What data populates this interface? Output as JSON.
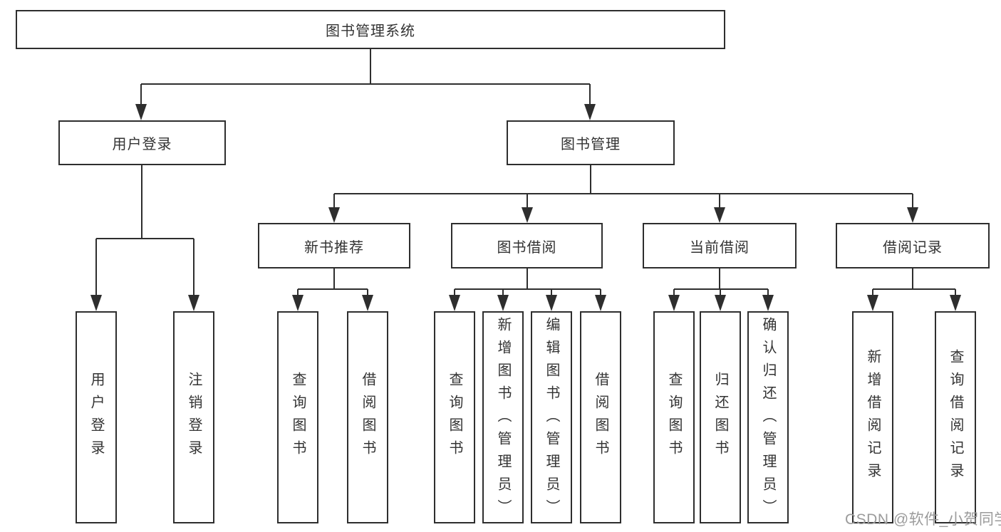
{
  "diagram": {
    "title": "图书管理系统",
    "modules": [
      {
        "label": "用户登录",
        "features": [
          {
            "label": "用户登录"
          },
          {
            "label": "注销登录"
          }
        ]
      },
      {
        "label": "图书管理",
        "submodules": [
          {
            "label": "新书推荐",
            "features": [
              {
                "label": "查询图书"
              },
              {
                "label": "借阅图书"
              }
            ]
          },
          {
            "label": "图书借阅",
            "features": [
              {
                "label": "查询图书"
              },
              {
                "label": "新增图书（管理员）"
              },
              {
                "label": "编辑图书（管理员）"
              },
              {
                "label": "借阅图书"
              }
            ]
          },
          {
            "label": "当前借阅",
            "features": [
              {
                "label": "查询图书"
              },
              {
                "label": "归还图书"
              },
              {
                "label": "确认归还（管理员）"
              }
            ]
          },
          {
            "label": "借阅记录",
            "features": [
              {
                "label": "新增借阅记录"
              },
              {
                "label": "查询借阅记录"
              }
            ]
          }
        ]
      }
    ]
  },
  "watermark": {
    "text": "CSDN @软件_小贺同学"
  },
  "colors": {
    "line": "#2e2e2e",
    "text": "#333333",
    "watermark": "#9b9b9b",
    "background": "#ffffff"
  }
}
